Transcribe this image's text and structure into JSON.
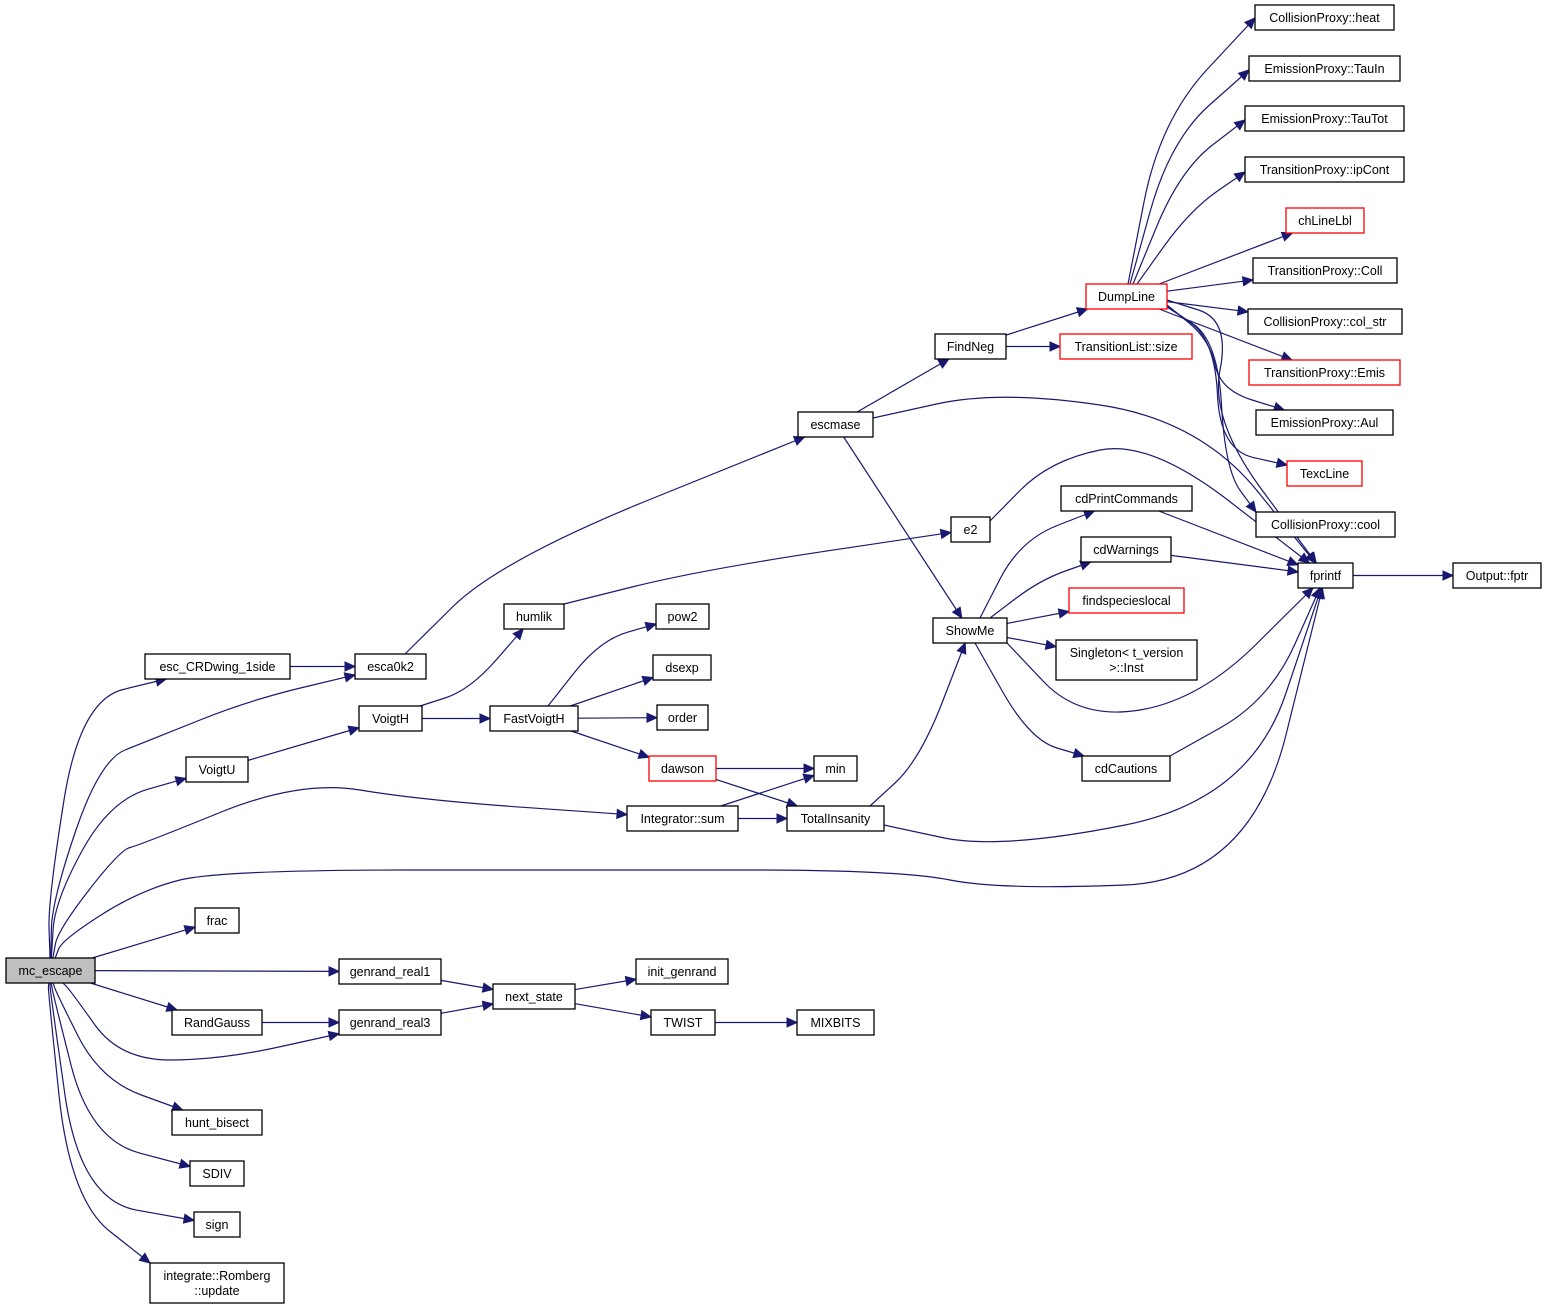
{
  "title": "mc_escape call graph",
  "colors": {
    "edge": "#191970",
    "node_border": "#000000",
    "node_border_undocumented": "#ff0000",
    "root_fill": "#bfbfbf",
    "node_fill": "#ffffff"
  },
  "nodes": [
    {
      "id": "mc_escape",
      "label": [
        "mc_escape"
      ],
      "style": "root"
    },
    {
      "id": "esc_CRDwing_1side",
      "label": [
        "esc_CRDwing_1side"
      ],
      "style": "normal"
    },
    {
      "id": "esca0k2",
      "label": [
        "esca0k2"
      ],
      "style": "normal"
    },
    {
      "id": "escmase",
      "label": [
        "escmase"
      ],
      "style": "normal"
    },
    {
      "id": "FindNeg",
      "label": [
        "FindNeg"
      ],
      "style": "normal"
    },
    {
      "id": "DumpLine",
      "label": [
        "DumpLine"
      ],
      "style": "red"
    },
    {
      "id": "TransitionList_size",
      "label": [
        "TransitionList::size"
      ],
      "style": "red"
    },
    {
      "id": "CollisionProxy_heat",
      "label": [
        "CollisionProxy::heat"
      ],
      "style": "normal"
    },
    {
      "id": "EmissionProxy_TauIn",
      "label": [
        "EmissionProxy::TauIn"
      ],
      "style": "normal"
    },
    {
      "id": "EmissionProxy_TauTot",
      "label": [
        "EmissionProxy::TauTot"
      ],
      "style": "normal"
    },
    {
      "id": "TransitionProxy_ipCont",
      "label": [
        "TransitionProxy::ipCont"
      ],
      "style": "normal"
    },
    {
      "id": "chLineLbl",
      "label": [
        "chLineLbl"
      ],
      "style": "red"
    },
    {
      "id": "TransitionProxy_Coll",
      "label": [
        "TransitionProxy::Coll"
      ],
      "style": "normal"
    },
    {
      "id": "CollisionProxy_col_str",
      "label": [
        "CollisionProxy::col_str"
      ],
      "style": "normal"
    },
    {
      "id": "TransitionProxy_Emis",
      "label": [
        "TransitionProxy::Emis"
      ],
      "style": "red"
    },
    {
      "id": "EmissionProxy_Aul",
      "label": [
        "EmissionProxy::Aul"
      ],
      "style": "normal"
    },
    {
      "id": "TexcLine",
      "label": [
        "TexcLine"
      ],
      "style": "red"
    },
    {
      "id": "CollisionProxy_cool",
      "label": [
        "CollisionProxy::cool"
      ],
      "style": "normal"
    },
    {
      "id": "fprintf",
      "label": [
        "fprintf"
      ],
      "style": "normal"
    },
    {
      "id": "Output_fptr",
      "label": [
        "Output::fptr"
      ],
      "style": "normal"
    },
    {
      "id": "e2",
      "label": [
        "e2"
      ],
      "style": "normal"
    },
    {
      "id": "cdPrintCommands",
      "label": [
        "cdPrintCommands"
      ],
      "style": "normal"
    },
    {
      "id": "cdWarnings",
      "label": [
        "cdWarnings"
      ],
      "style": "normal"
    },
    {
      "id": "findspecieslocal",
      "label": [
        "findspecieslocal"
      ],
      "style": "red"
    },
    {
      "id": "ShowMe",
      "label": [
        "ShowMe"
      ],
      "style": "normal"
    },
    {
      "id": "Singleton_Inst",
      "label": [
        "Singleton< t_version",
        ">::Inst"
      ],
      "style": "normal"
    },
    {
      "id": "cdCautions",
      "label": [
        "cdCautions"
      ],
      "style": "normal"
    },
    {
      "id": "humlik",
      "label": [
        "humlik"
      ],
      "style": "normal"
    },
    {
      "id": "pow2",
      "label": [
        "pow2"
      ],
      "style": "normal"
    },
    {
      "id": "dsexp",
      "label": [
        "dsexp"
      ],
      "style": "normal"
    },
    {
      "id": "order",
      "label": [
        "order"
      ],
      "style": "normal"
    },
    {
      "id": "VoigtH",
      "label": [
        "VoigtH"
      ],
      "style": "normal"
    },
    {
      "id": "FastVoigtH",
      "label": [
        "FastVoigtH"
      ],
      "style": "normal"
    },
    {
      "id": "VoigtU",
      "label": [
        "VoigtU"
      ],
      "style": "normal"
    },
    {
      "id": "dawson",
      "label": [
        "dawson"
      ],
      "style": "red"
    },
    {
      "id": "min",
      "label": [
        "min"
      ],
      "style": "normal"
    },
    {
      "id": "Integrator_sum",
      "label": [
        "Integrator::sum"
      ],
      "style": "normal"
    },
    {
      "id": "TotalInsanity",
      "label": [
        "TotalInsanity"
      ],
      "style": "normal"
    },
    {
      "id": "frac",
      "label": [
        "frac"
      ],
      "style": "normal"
    },
    {
      "id": "genrand_real1",
      "label": [
        "genrand_real1"
      ],
      "style": "normal"
    },
    {
      "id": "next_state",
      "label": [
        "next_state"
      ],
      "style": "normal"
    },
    {
      "id": "init_genrand",
      "label": [
        "init_genrand"
      ],
      "style": "normal"
    },
    {
      "id": "RandGauss",
      "label": [
        "RandGauss"
      ],
      "style": "normal"
    },
    {
      "id": "genrand_real3",
      "label": [
        "genrand_real3"
      ],
      "style": "normal"
    },
    {
      "id": "TWIST",
      "label": [
        "TWIST"
      ],
      "style": "normal"
    },
    {
      "id": "MIXBITS",
      "label": [
        "MIXBITS"
      ],
      "style": "normal"
    },
    {
      "id": "hunt_bisect",
      "label": [
        "hunt_bisect"
      ],
      "style": "normal"
    },
    {
      "id": "SDIV",
      "label": [
        "SDIV"
      ],
      "style": "normal"
    },
    {
      "id": "sign",
      "label": [
        "sign"
      ],
      "style": "normal"
    },
    {
      "id": "Romberg_update",
      "label": [
        "integrate::Romberg",
        "::update"
      ],
      "style": "normal"
    }
  ],
  "edges": [
    [
      "mc_escape",
      "esc_CRDwing_1side"
    ],
    [
      "mc_escape",
      "esca0k2"
    ],
    [
      "mc_escape",
      "VoigtU"
    ],
    [
      "mc_escape",
      "Integrator_sum"
    ],
    [
      "mc_escape",
      "fprintf"
    ],
    [
      "mc_escape",
      "frac"
    ],
    [
      "mc_escape",
      "genrand_real1"
    ],
    [
      "mc_escape",
      "RandGauss"
    ],
    [
      "mc_escape",
      "genrand_real3"
    ],
    [
      "mc_escape",
      "hunt_bisect"
    ],
    [
      "mc_escape",
      "SDIV"
    ],
    [
      "mc_escape",
      "sign"
    ],
    [
      "mc_escape",
      "Romberg_update"
    ],
    [
      "esc_CRDwing_1side",
      "esca0k2"
    ],
    [
      "esca0k2",
      "escmase"
    ],
    [
      "escmase",
      "FindNeg"
    ],
    [
      "escmase",
      "fprintf"
    ],
    [
      "escmase",
      "ShowMe"
    ],
    [
      "FindNeg",
      "DumpLine"
    ],
    [
      "FindNeg",
      "TransitionList_size"
    ],
    [
      "DumpLine",
      "CollisionProxy_heat"
    ],
    [
      "DumpLine",
      "EmissionProxy_TauIn"
    ],
    [
      "DumpLine",
      "EmissionProxy_TauTot"
    ],
    [
      "DumpLine",
      "TransitionProxy_ipCont"
    ],
    [
      "DumpLine",
      "chLineLbl"
    ],
    [
      "DumpLine",
      "TransitionProxy_Coll"
    ],
    [
      "DumpLine",
      "CollisionProxy_col_str"
    ],
    [
      "DumpLine",
      "TransitionProxy_Emis"
    ],
    [
      "DumpLine",
      "EmissionProxy_Aul"
    ],
    [
      "DumpLine",
      "TexcLine"
    ],
    [
      "DumpLine",
      "CollisionProxy_cool"
    ],
    [
      "DumpLine",
      "fprintf"
    ],
    [
      "fprintf",
      "Output_fptr"
    ],
    [
      "e2",
      "fprintf"
    ],
    [
      "cdPrintCommands",
      "fprintf"
    ],
    [
      "cdWarnings",
      "fprintf"
    ],
    [
      "ShowMe",
      "cdPrintCommands"
    ],
    [
      "ShowMe",
      "cdWarnings"
    ],
    [
      "ShowMe",
      "findspecieslocal"
    ],
    [
      "ShowMe",
      "Singleton_Inst"
    ],
    [
      "ShowMe",
      "fprintf"
    ],
    [
      "ShowMe",
      "cdCautions"
    ],
    [
      "cdCautions",
      "fprintf"
    ],
    [
      "humlik",
      "e2"
    ],
    [
      "VoigtH",
      "humlik"
    ],
    [
      "VoigtH",
      "FastVoigtH"
    ],
    [
      "VoigtU",
      "VoigtH"
    ],
    [
      "FastVoigtH",
      "pow2"
    ],
    [
      "FastVoigtH",
      "dsexp"
    ],
    [
      "FastVoigtH",
      "order"
    ],
    [
      "FastVoigtH",
      "dawson"
    ],
    [
      "dawson",
      "min"
    ],
    [
      "dawson",
      "TotalInsanity"
    ],
    [
      "Integrator_sum",
      "min"
    ],
    [
      "Integrator_sum",
      "TotalInsanity"
    ],
    [
      "TotalInsanity",
      "ShowMe"
    ],
    [
      "TotalInsanity",
      "fprintf"
    ],
    [
      "genrand_real1",
      "next_state"
    ],
    [
      "genrand_real3",
      "next_state"
    ],
    [
      "RandGauss",
      "genrand_real3"
    ],
    [
      "next_state",
      "init_genrand"
    ],
    [
      "next_state",
      "TWIST"
    ],
    [
      "TWIST",
      "MIXBITS"
    ]
  ]
}
